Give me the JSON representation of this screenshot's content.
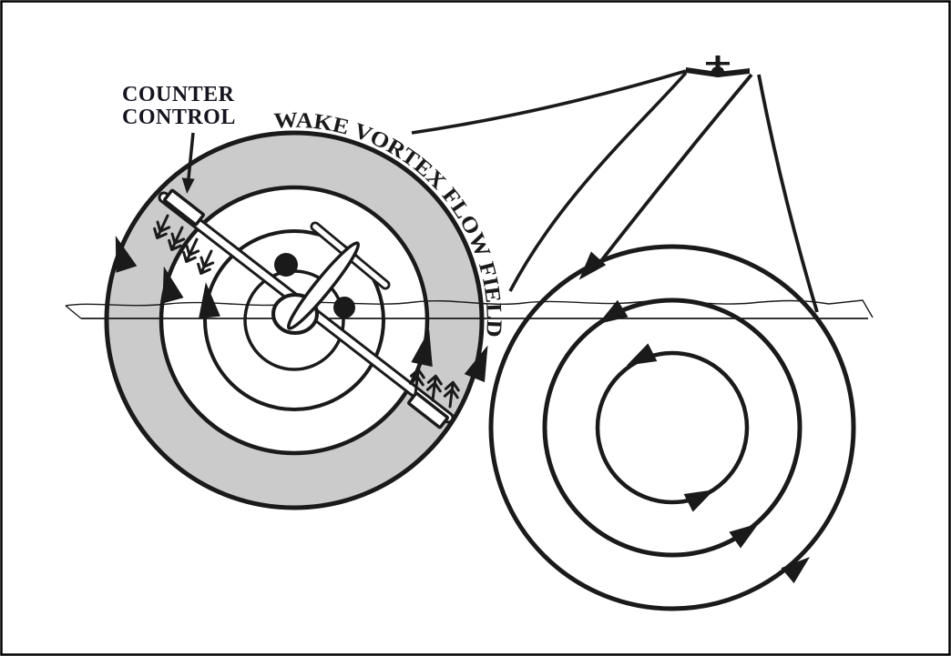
{
  "figure": {
    "counter_control": {
      "line1": "COUNTER",
      "line2": "CONTROL"
    },
    "wake_vortex_flow_field": "WAKE VORTEX FLOW FIELD"
  },
  "colors": {
    "ink": "#1a1a1a",
    "ring_fill": "#cbcbcb",
    "label_color": "#15151f",
    "background": "#ffffff",
    "frame": "#000000"
  },
  "icons": [
    {
      "name": "penetrating-aircraft-icon",
      "shape": "banked light airplane front view with deflected ailerons"
    },
    {
      "name": "generating-aircraft-icon",
      "shape": "airplane silhouette front view"
    },
    {
      "name": "flow-direction-arrowhead",
      "shape": "solid triangle"
    },
    {
      "name": "airflow-chevron-arrow",
      "shape": "double chevron arrow"
    },
    {
      "name": "counter-control-pointer-arrow",
      "shape": "straight arrow pointing to aileron"
    }
  ]
}
